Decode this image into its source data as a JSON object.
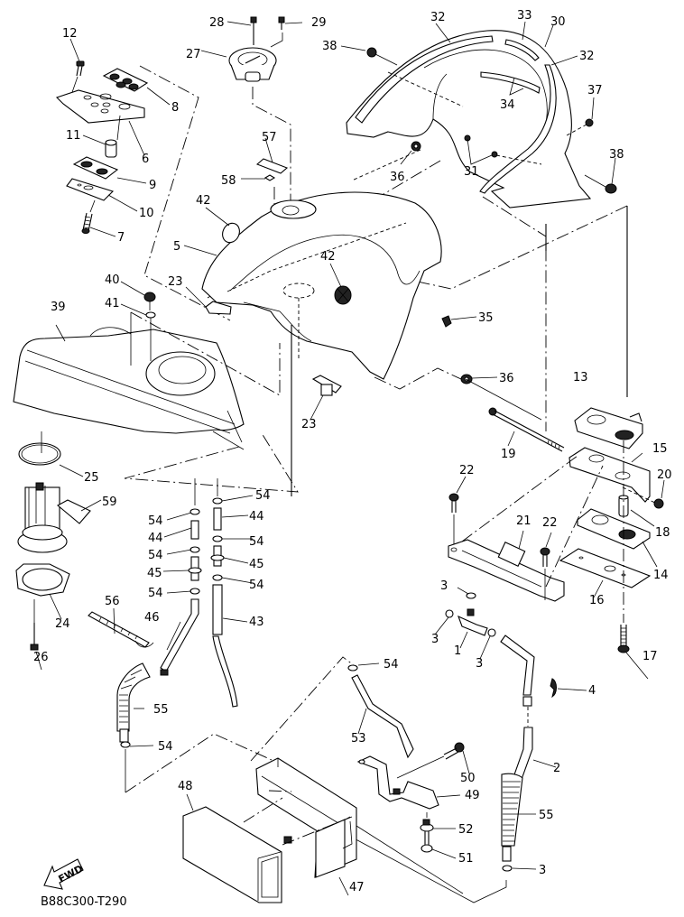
{
  "diagram": {
    "title": "Fuel tank exploded parts diagram",
    "drawing_code": "B88C300-T290",
    "direction_marker": "FWD",
    "callouts": {
      "c12": "12",
      "c8": "8",
      "c6": "6",
      "c11": "11",
      "c9": "9",
      "c10": "10",
      "c7": "7",
      "c28": "28",
      "c29": "29",
      "c27": "27",
      "c57": "57",
      "c58": "58",
      "c42a": "42",
      "c5": "5",
      "c32a": "32",
      "c33": "33",
      "c30": "30",
      "c32b": "32",
      "c38a": "38",
      "c34": "34",
      "c37": "37",
      "c36a": "36",
      "c31": "31",
      "c38b": "38",
      "c42b": "42",
      "c40": "40",
      "c41": "41",
      "c39": "39",
      "c23a": "23",
      "c23b": "23",
      "c35": "35",
      "c36b": "36",
      "c13": "13",
      "c19": "19",
      "c15": "15",
      "c20": "20",
      "c22a": "22",
      "c22b": "22",
      "c21": "21",
      "c18": "18",
      "c14": "14",
      "c16": "16",
      "c17": "17",
      "c25": "25",
      "c59": "59",
      "c24": "24",
      "c26": "26",
      "c54a": "54",
      "c54b": "54",
      "c54c": "54",
      "c54d": "54",
      "c54e": "54",
      "c54f": "54",
      "c44a": "44",
      "c44b": "44",
      "c45a": "45",
      "c45b": "45",
      "c43": "43",
      "c56": "56",
      "c46": "46",
      "c55a": "55",
      "c54g": "54",
      "c3a": "3",
      "c3b": "3",
      "c3c": "3",
      "c1": "1",
      "c4": "4",
      "c2": "2",
      "c55b": "55",
      "c3d": "3",
      "c54h": "54",
      "c53": "53",
      "c50": "50",
      "c49": "49",
      "c52": "52",
      "c51": "51",
      "c48": "48",
      "c47": "47"
    }
  }
}
